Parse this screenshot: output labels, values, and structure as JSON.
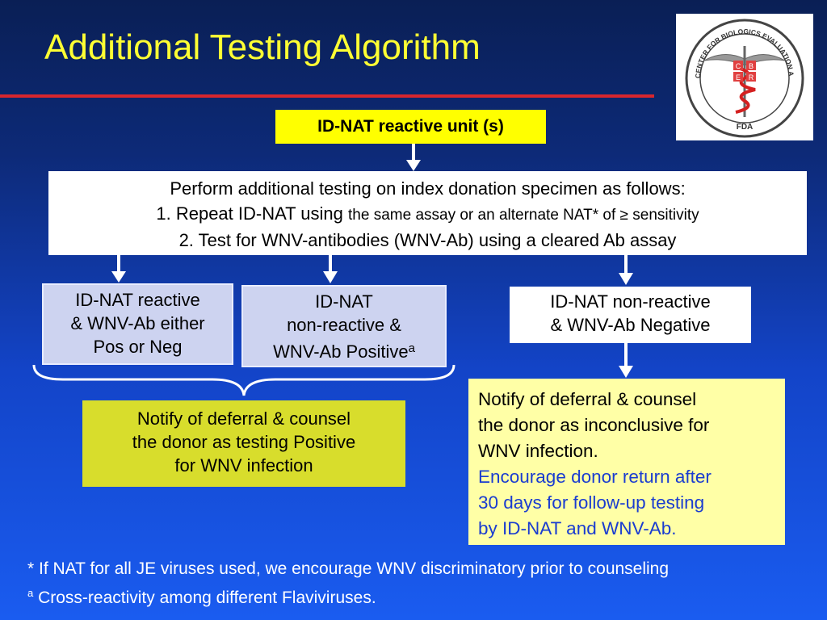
{
  "title": "Additional Testing Algorithm",
  "logo": {
    "text": "CENTER FOR BIOLOGICS EVALUATION AND RESEARCH",
    "bottom_text": "FDA",
    "letters": [
      "C",
      "B",
      "E",
      "R"
    ]
  },
  "start_box": "ID-NAT reactive unit (s)",
  "perform_box": {
    "line1": "Perform additional testing on index donation specimen as follows:",
    "line2_main": "1. Repeat ID-NAT using",
    "line2_small": "the same assay or an alternate NAT* of ≥ sensitivity",
    "line3": "2. Test for WNV-antibodies (WNV-Ab) using a cleared Ab assay"
  },
  "outcome_a": [
    "ID-NAT reactive",
    "& WNV-Ab either",
    "Pos or Neg"
  ],
  "outcome_b": {
    "line1": "ID-NAT",
    "line2": "non-reactive &",
    "line3": "WNV-Ab Positive",
    "footnote_mark": "a"
  },
  "outcome_c": [
    "ID-NAT non-reactive",
    "& WNV-Ab Negative"
  ],
  "notify_positive": [
    "Notify of deferral & counsel",
    "the donor as testing Positive",
    "for WNV infection"
  ],
  "notify_inconclusive": {
    "black": [
      "Notify of deferral & counsel",
      "the donor as inconclusive for",
      "WNV infection."
    ],
    "blue": [
      "Encourage donor return after",
      "30 days for follow-up testing",
      "by ID-NAT and WNV-Ab."
    ]
  },
  "footnotes": {
    "line1": "* If NAT for all JE viruses used, we encourage WNV discriminatory prior to counseling",
    "line2_mark": "a",
    "line2": "Cross-reactivity among different Flaviviruses."
  },
  "colors": {
    "title": "#ffff33",
    "rule": "#d8262e",
    "start_box": "#ffff00",
    "notify_positive": "#d8dd2c",
    "notify_inconclusive": "#ffffa6",
    "outcome_light": "#cdd3f0",
    "blue_text": "#1a3cd0"
  }
}
